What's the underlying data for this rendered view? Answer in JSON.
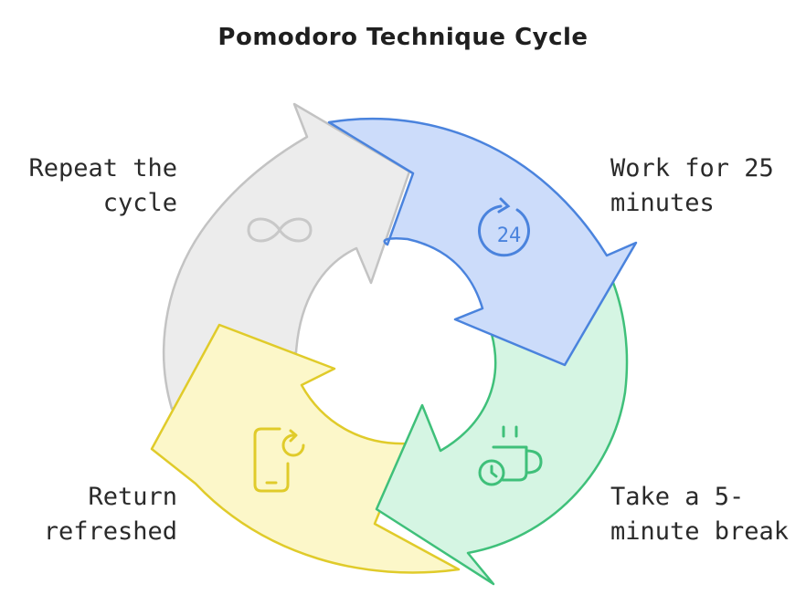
{
  "title": "Pomodoro Technique Cycle",
  "steps": [
    {
      "lines": [
        "Work for 25",
        "minutes"
      ],
      "icon": "timer-24-icon",
      "icon_text": "24",
      "fill": "#ccdcfa",
      "stroke": "#4a83dd"
    },
    {
      "lines": [
        "Take a 5-",
        "minute break"
      ],
      "icon": "coffee-mug-icon",
      "fill": "#d5f5e3",
      "stroke": "#3fc07a"
    },
    {
      "lines": [
        "Return",
        "refreshed"
      ],
      "icon": "phone-refresh-icon",
      "fill": "#fcf7c9",
      "stroke": "#e0cb2a"
    },
    {
      "lines": [
        "Repeat the",
        "cycle"
      ],
      "icon": "infinity-icon",
      "fill": "#ececec",
      "stroke": "#c3c3c3"
    }
  ]
}
